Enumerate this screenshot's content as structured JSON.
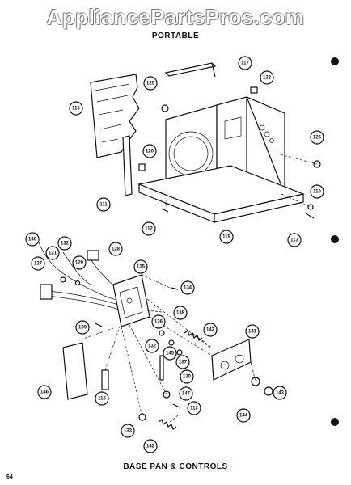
{
  "watermark": "AppliancePartsPros.com",
  "titles": {
    "top": "PORTABLE",
    "bottom": "BASE PAN & CONTROLS",
    "page_number": "64"
  },
  "callouts": [
    {
      "id": "c117",
      "label": "117"
    },
    {
      "id": "c125",
      "label": "125"
    },
    {
      "id": "c122",
      "label": "122"
    },
    {
      "id": "c115",
      "label": "115"
    },
    {
      "id": "c120",
      "label": "120"
    },
    {
      "id": "c126",
      "label": "126"
    },
    {
      "id": "c110",
      "label": "110"
    },
    {
      "id": "c111",
      "label": "111"
    },
    {
      "id": "c112a",
      "label": "112"
    },
    {
      "id": "c119",
      "label": "119"
    },
    {
      "id": "c113",
      "label": "113"
    },
    {
      "id": "c140",
      "label": "140"
    },
    {
      "id": "c132a",
      "label": "132"
    },
    {
      "id": "c128",
      "label": "128"
    },
    {
      "id": "c121",
      "label": "121"
    },
    {
      "id": "c129",
      "label": "129"
    },
    {
      "id": "c127",
      "label": "127"
    },
    {
      "id": "c135",
      "label": "135"
    },
    {
      "id": "c134",
      "label": "134"
    },
    {
      "id": "c138",
      "label": "138"
    },
    {
      "id": "c136",
      "label": "136"
    },
    {
      "id": "c142a",
      "label": "142"
    },
    {
      "id": "c132b",
      "label": "132"
    },
    {
      "id": "c145",
      "label": "145"
    },
    {
      "id": "c137",
      "label": "137"
    },
    {
      "id": "c141",
      "label": "141"
    },
    {
      "id": "c139",
      "label": "139"
    },
    {
      "id": "c130",
      "label": "130"
    },
    {
      "id": "c146",
      "label": "146"
    },
    {
      "id": "c116",
      "label": "116"
    },
    {
      "id": "c147",
      "label": "147"
    },
    {
      "id": "c112b",
      "label": "112"
    },
    {
      "id": "c143",
      "label": "143"
    },
    {
      "id": "c144",
      "label": "144"
    },
    {
      "id": "c133",
      "label": "133"
    },
    {
      "id": "c142b",
      "label": "142"
    }
  ]
}
